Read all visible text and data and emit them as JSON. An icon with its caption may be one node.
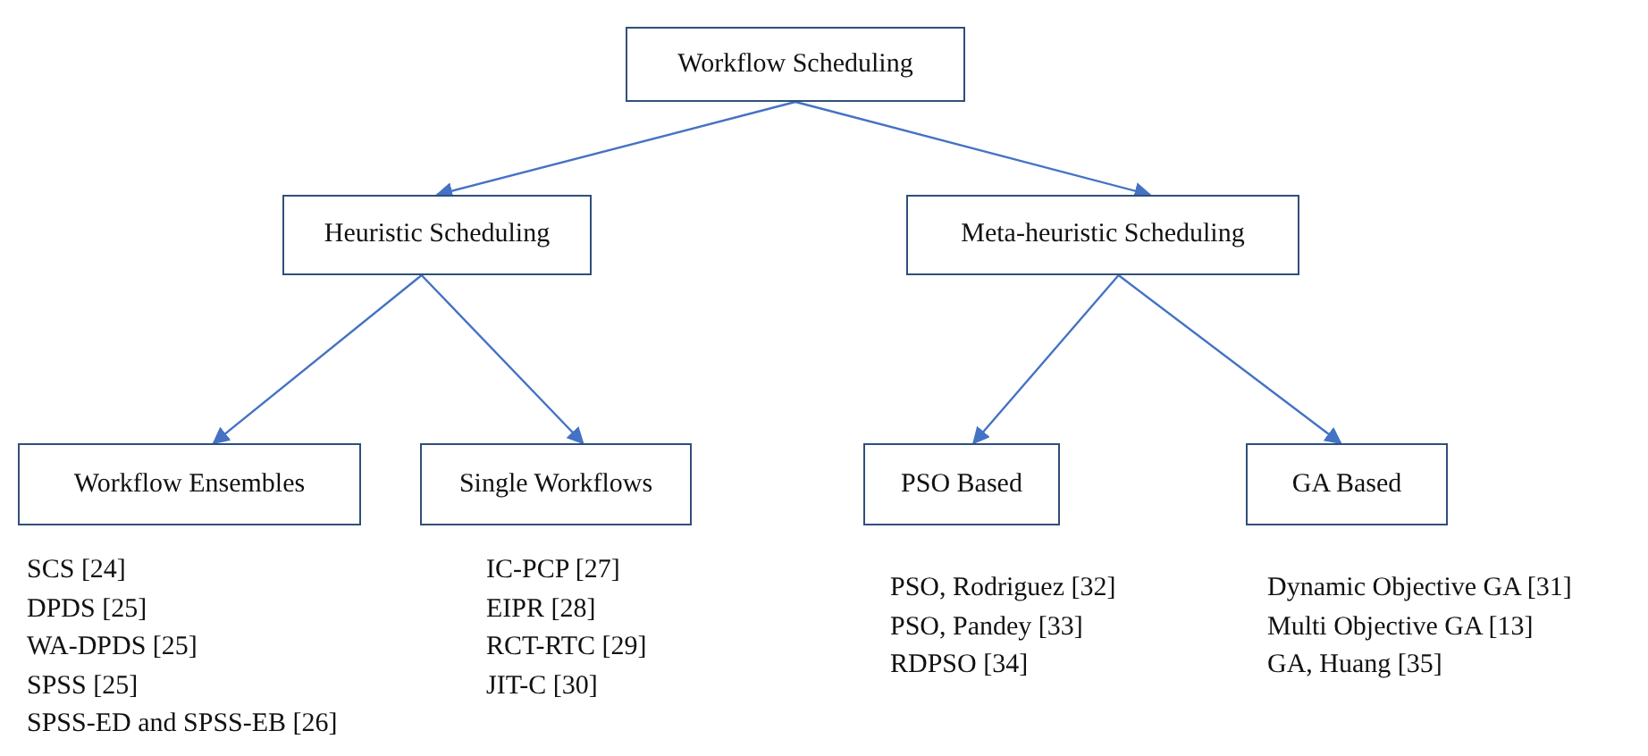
{
  "diagram": {
    "nodes": [
      {
        "text": [
          "Workflow Scheduling"
        ]
      },
      {
        "text": [
          "Heuristic Scheduling"
        ]
      },
      {
        "text": [
          "Meta-heuristic Scheduling"
        ]
      },
      {
        "text": [
          "Workflow Ensembles"
        ],
        "beside": [
          "SCS [24]",
          "DPDS [25]",
          "WA-DPDS [25]",
          "SPSS [25]",
          "SPSS-ED and SPSS-EB [26]"
        ]
      },
      {
        "text": [
          "Single Workflows"
        ],
        "beside": [
          "IC-PCP [27]",
          "EIPR [28]",
          "RCT-RTC [29]",
          "JIT-C [30]"
        ]
      },
      {
        "text": [
          "PSO Based"
        ],
        "beside": [
          "PSO, Rodriguez [32]",
          "PSO, Pandey [33]",
          "RDPSO [34]"
        ]
      },
      {
        "text": [
          "GA Based"
        ],
        "beside": [
          "Dynamic Objective GA [31]",
          "Multi Objective GA [13]",
          "GA, Huang [35]"
        ]
      }
    ],
    "edges": [
      {
        "from": 0,
        "to": 1,
        "arrow": "to"
      },
      {
        "from": 0,
        "to": 2,
        "arrow": "to"
      },
      {
        "from": 1,
        "to": 3,
        "arrow": "to"
      },
      {
        "from": 1,
        "to": 4,
        "arrow": "to"
      },
      {
        "from": 2,
        "to": 5,
        "arrow": "to"
      },
      {
        "from": 2,
        "to": 6,
        "arrow": "to"
      }
    ]
  }
}
